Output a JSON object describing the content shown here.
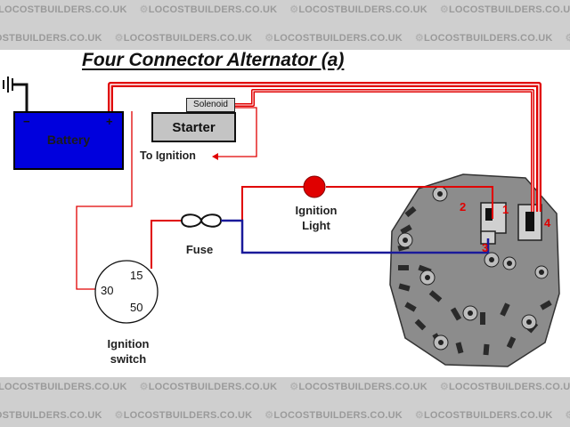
{
  "watermark": "LOCOSTBUILDERS.CO.UK",
  "title": "Four Connector Alternator (a)",
  "battery": {
    "label": "Battery",
    "neg": "−",
    "pos": "+"
  },
  "starter": {
    "label": "Starter"
  },
  "solenoid": {
    "label": "Solenoid"
  },
  "to_ignition": "To Ignition",
  "ignition_light": {
    "line1": "Ignition",
    "line2": "Light"
  },
  "fuse": "Fuse",
  "ignition_switch": {
    "line1": "Ignition",
    "line2": "switch",
    "t30": "30",
    "t15": "15",
    "t50": "50"
  },
  "alternator": {
    "t1": "1",
    "t2": "2",
    "t3": "3",
    "t4": "4"
  },
  "colors": {
    "battery": "#0000dd",
    "wire_red": "#e00000",
    "wire_blue": "#1a1a9a",
    "starter": "#c4c4c4",
    "alternator": "#8a8a8a"
  }
}
